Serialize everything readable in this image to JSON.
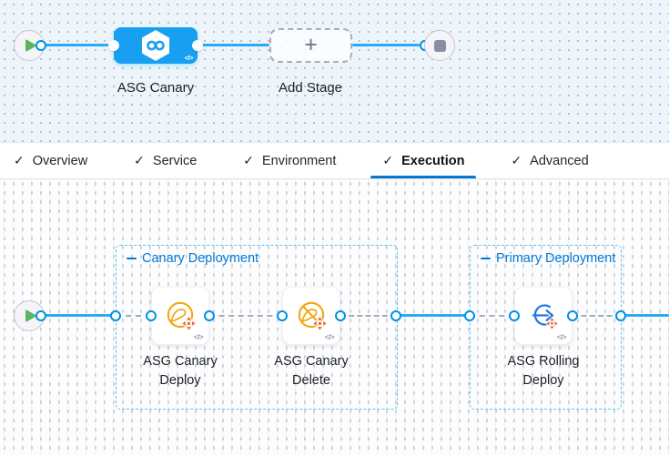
{
  "stage_canvas": {
    "stage": {
      "label": "ASG Canary"
    },
    "add_stage": {
      "label": "Add Stage",
      "plus_glyph": "+"
    },
    "code_toggle_glyph": "</>"
  },
  "tabs": {
    "check_glyph": "✓",
    "items": [
      {
        "label": "Overview",
        "checked": true,
        "active": false
      },
      {
        "label": "Service",
        "checked": true,
        "active": false
      },
      {
        "label": "Environment",
        "checked": true,
        "active": false
      },
      {
        "label": "Execution",
        "checked": true,
        "active": true
      },
      {
        "label": "Advanced",
        "checked": true,
        "active": false
      }
    ]
  },
  "execution_canvas": {
    "code_toggle_glyph": "</>",
    "groups": [
      {
        "label": "Canary Deployment",
        "steps": [
          {
            "label": "ASG Canary Deploy"
          },
          {
            "label": "ASG Canary Delete"
          }
        ]
      },
      {
        "label": "Primary Deployment",
        "steps": [
          {
            "label": "ASG Rolling Deploy"
          }
        ]
      }
    ]
  },
  "icons": {
    "start_node": "play-icon",
    "end_node": "stop-icon",
    "stage": "harness-hexagon-icon",
    "add_stage": "plus-icon",
    "asg_canary_deploy": "asg-swan-deploy-icon",
    "asg_canary_delete": "asg-swan-delete-icon",
    "asg_rolling_deploy": "asg-rolling-icon"
  },
  "colors": {
    "accent_blue": "#0278d5",
    "stage_node_blue": "#189ff2",
    "link_blue": "#2aabf6",
    "port_ring_blue": "#0092e4",
    "group_border_blue": "#5ec1ef",
    "icon_yellow": "#f3a612",
    "icon_orange": "#ea6a2f",
    "icon_rolling_blue": "#2478e5",
    "start_green": "#5fb55f",
    "stop_gray": "#8b8ea3",
    "canvas_top_bg": "#eef5fa",
    "canvas_bottom_bg": "#fdfdfe"
  }
}
